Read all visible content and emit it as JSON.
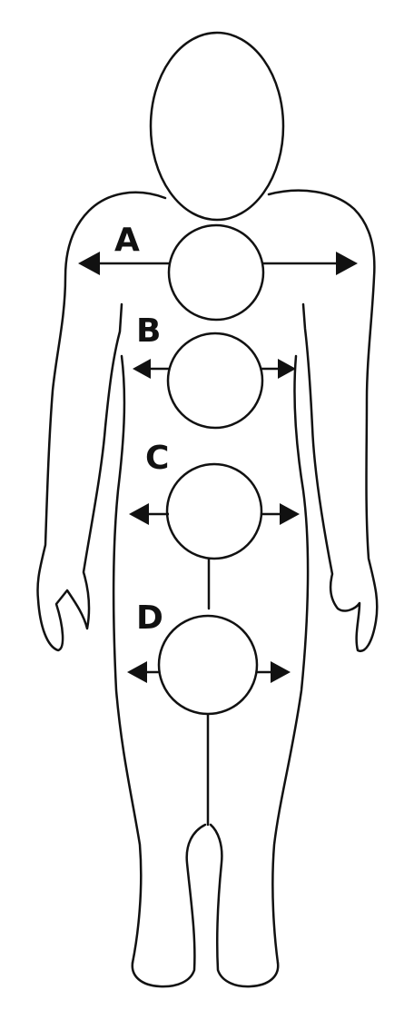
{
  "labels": {
    "a": "A",
    "b": "B",
    "c": "C",
    "d": "D"
  },
  "colors": {
    "line": "#111111",
    "background": "#ffffff"
  }
}
